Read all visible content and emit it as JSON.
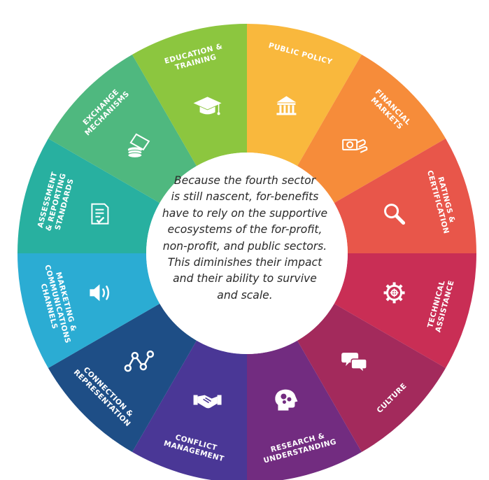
{
  "center": {
    "lines": [
      "Because the fourth sector",
      "is still nascent, for-benefits",
      "have to rely on the supportive",
      "ecosystems of the for-profit,",
      "non-profit, and public sectors.",
      "This diminishes their impact",
      "and their ability to survive",
      "and scale."
    ]
  },
  "segments": [
    {
      "id": "public-policy",
      "lines": [
        "PUBLIC POLICY"
      ],
      "color": "#F9B83D",
      "icon": "bank-icon"
    },
    {
      "id": "financial-markets",
      "lines": [
        "FINANCIAL",
        "MARKETS"
      ],
      "color": "#F68C3A",
      "icon": "money-hand-icon"
    },
    {
      "id": "ratings-certification",
      "lines": [
        "RATINGS &",
        "CERTIFICATION"
      ],
      "color": "#E8564A",
      "icon": "magnifier-icon"
    },
    {
      "id": "technical-assistance",
      "lines": [
        "TECHNICAL",
        "ASSISTANCE"
      ],
      "color": "#C92E55",
      "icon": "gear-icon"
    },
    {
      "id": "culture",
      "lines": [
        "CULTURE"
      ],
      "color": "#A32A5C",
      "icon": "speech-bubbles-icon"
    },
    {
      "id": "research-understanding",
      "lines": [
        "RESEARCH &",
        "UNDERSTANDING"
      ],
      "color": "#722C80",
      "icon": "head-gears-icon"
    },
    {
      "id": "conflict-management",
      "lines": [
        "CONFLICT",
        "MANAGEMENT"
      ],
      "color": "#4A3796",
      "icon": "handshake-icon"
    },
    {
      "id": "connection-representation",
      "lines": [
        "CONNECTION &",
        "REPRESENTATION"
      ],
      "color": "#1E4E86",
      "icon": "network-icon"
    },
    {
      "id": "marketing-communications",
      "lines": [
        "MARKETING &",
        "COMMUNICATIONS",
        "CHANNELS"
      ],
      "color": "#2BACD3",
      "icon": "speaker-icon"
    },
    {
      "id": "assessment-reporting",
      "lines": [
        "ASSESSMENT",
        "& REPORTING",
        "STANDARDS"
      ],
      "color": "#28B0A0",
      "icon": "checklist-icon"
    },
    {
      "id": "exchange-mechanisms",
      "lines": [
        "EXCHANGE",
        "MECHANISMS"
      ],
      "color": "#4FB87F",
      "icon": "exchange-icon"
    },
    {
      "id": "education-training",
      "lines": [
        "EDUCATION &",
        "TRAINING"
      ],
      "color": "#8CC63F",
      "icon": "graduation-cap-icon"
    }
  ]
}
